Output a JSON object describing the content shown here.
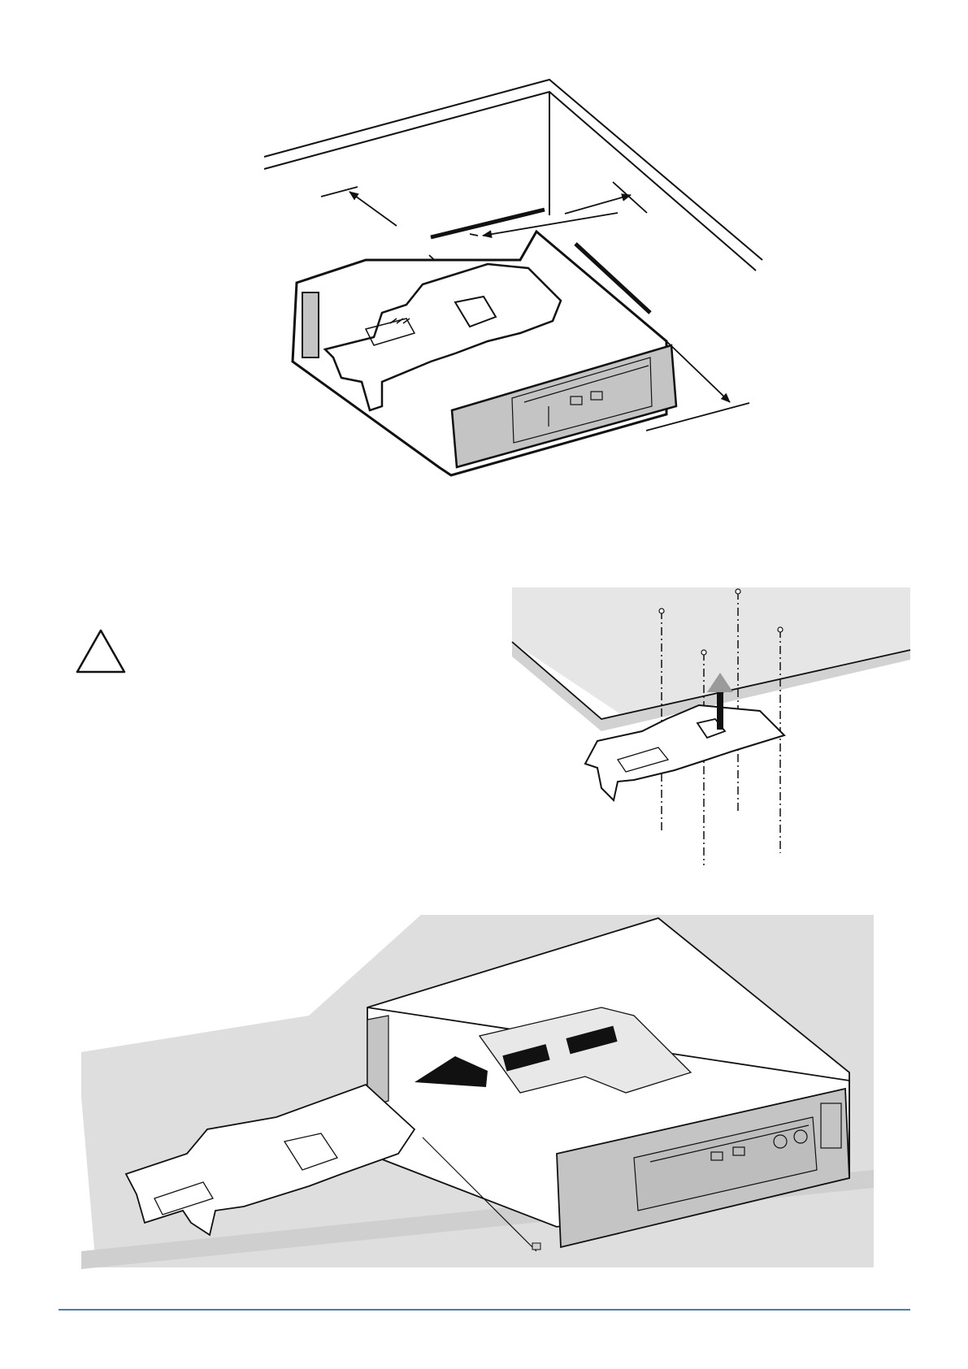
{
  "document": {
    "footer_text": "",
    "warning_symbol": "warning-triangle-icon"
  },
  "colors": {
    "line": "#111111",
    "panel_gray": "#c4c4c4",
    "surface_gray": "#e0e0e0",
    "light_gray": "#ececec",
    "rule_blue": "#4a7fb0",
    "arrow_gray": "#9a9a9a"
  },
  "figures": [
    {
      "id": "fig-dimension-clearance"
    },
    {
      "id": "fig-bracket-mounting"
    },
    {
      "id": "fig-slide-in-unit"
    }
  ]
}
